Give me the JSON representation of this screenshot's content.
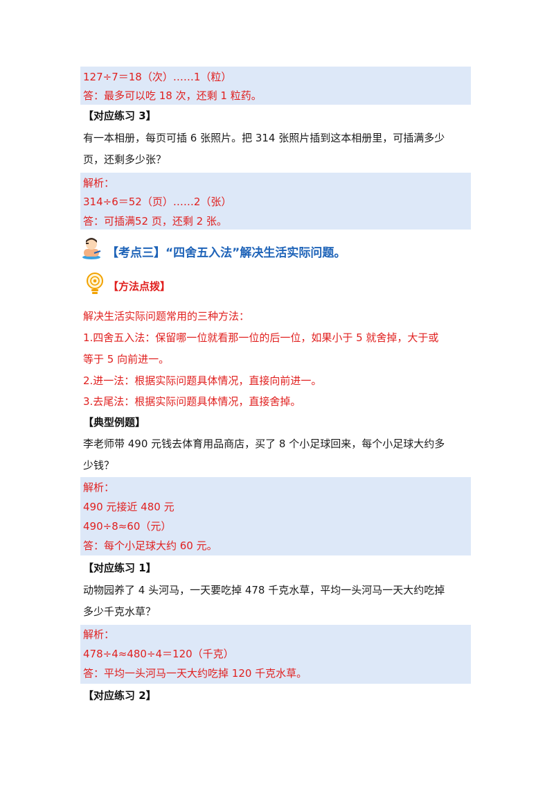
{
  "top_answer": {
    "line1": "127÷7＝18（次）……1（粒）",
    "line2": "答：最多可以吃 18 次，还剩 1 粒药。"
  },
  "practice3": {
    "heading": "【对应练习 3】",
    "question_l1": "有一本相册，每页可插 6 张照片。把 314 张照片插到这本相册里，可插满多少",
    "question_l2": "页，还剩多少张？",
    "analysis_label": "解析：",
    "line1": "314÷6＝52（页）……2（张）",
    "line2": "答：可插满52 页，还剩 2 张。"
  },
  "topic3": {
    "title": "【考点三】“四舍五入法”解决生活实际问题。"
  },
  "method": {
    "title": "【方法点拨】",
    "intro": "解决生活实际问题常用的三种方法：",
    "item1_l1": "1.四舍五入法：保留哪一位就看那一位的后一位，如果小于 5 就舍掉，大于或",
    "item1_l2": "等于 5 向前进一。",
    "item2": "2.进一法：根据实际问题具体情况，直接向前进一。",
    "item3": "3.去尾法：根据实际问题具体情况，直接舍掉。"
  },
  "example": {
    "heading": "【典型例题】",
    "question_l1": "李老师带 490 元钱去体育用品商店，买了 8 个小足球回来，每个小足球大约多",
    "question_l2": "少钱？",
    "analysis_label": "解析：",
    "line1": "490 元接近 480 元",
    "line2": "490÷8≈60（元）",
    "line3": "答：每个小足球大约 60 元。"
  },
  "practice1": {
    "heading": "【对应练习 1】",
    "question_l1": "动物园养了 4 头河马，一天要吃掉 478 千克水草，平均一头河马一天大约吃掉",
    "question_l2": "多少千克水草？",
    "analysis_label": "解析：",
    "line1": "478÷4≈480÷4＝120（千克）",
    "line2": "答：平均一头河马一天大约吃掉 120 千克水草。"
  },
  "practice2": {
    "heading": "【对应练习 2】"
  },
  "colors": {
    "answer_red": "#e0201f",
    "box_blue": "#dde8f8",
    "topic_blue": "#1e63b8"
  }
}
